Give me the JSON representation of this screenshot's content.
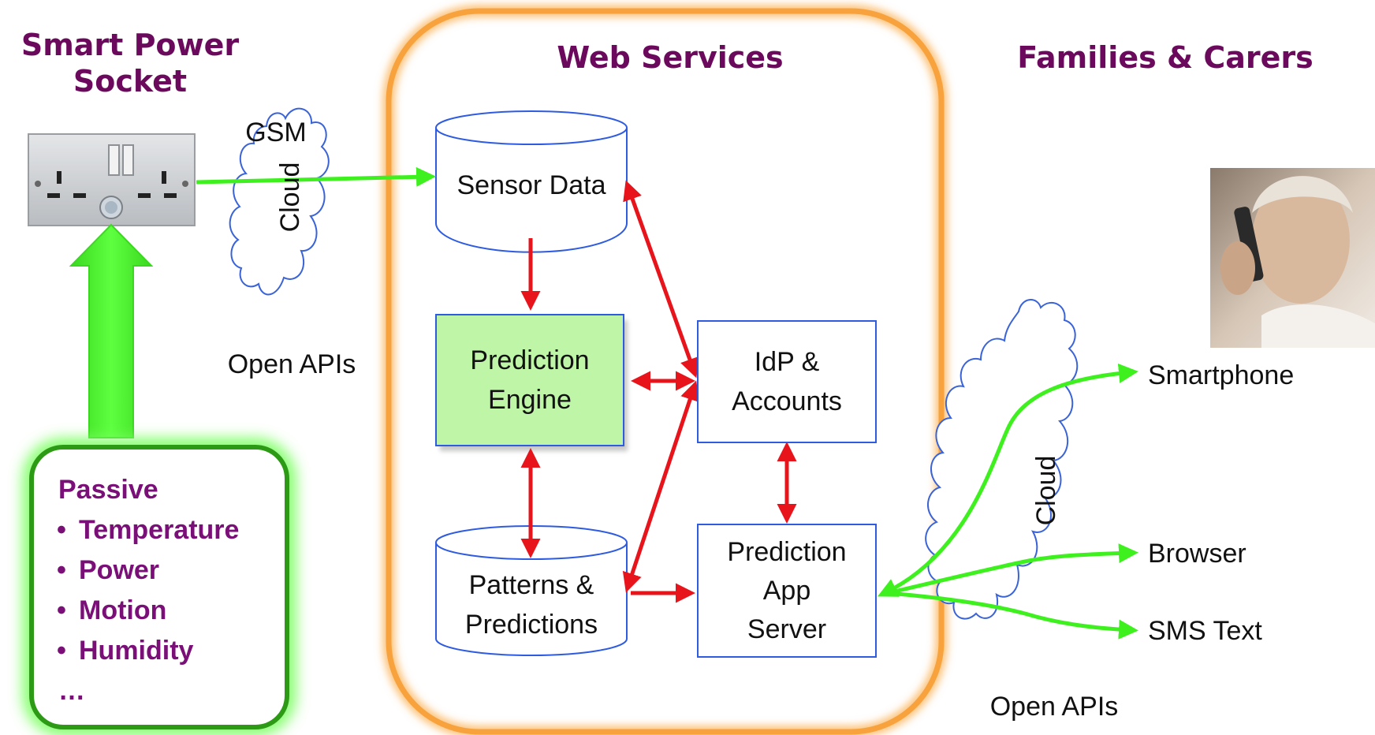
{
  "headings": {
    "smart_power_socket": "Smart Power\nSocket",
    "web_services": "Web Services",
    "families_carers": "Families & Carers"
  },
  "labels": {
    "gsm": "GSM",
    "cloud_left": "Cloud",
    "open_apis_left": "Open APIs",
    "cloud_right": "Cloud",
    "open_apis_right": "Open APIs",
    "smartphone": "Smartphone",
    "browser": "Browser",
    "sms_text": "SMS Text"
  },
  "components": {
    "sensor_data": "Sensor Data",
    "prediction_engine": "Prediction\nEngine",
    "idp_accounts": "IdP &\nAccounts",
    "patterns_predictions": "Patterns &\nPredictions",
    "prediction_app_server": "Prediction\nApp\nServer"
  },
  "sensors": {
    "title": "Passive",
    "items": [
      "Temperature",
      "Power",
      "Motion",
      "Humidity"
    ],
    "more": "…"
  },
  "colors": {
    "heading": "#6b0a5c",
    "sensor_text": "#7a0f78",
    "box_border": "#2e5be0",
    "engine_fill": "#bff5a6",
    "red_arrow": "#e8141c",
    "green_arrow": "#3df01e",
    "orange_frame": "#f7a23c"
  }
}
